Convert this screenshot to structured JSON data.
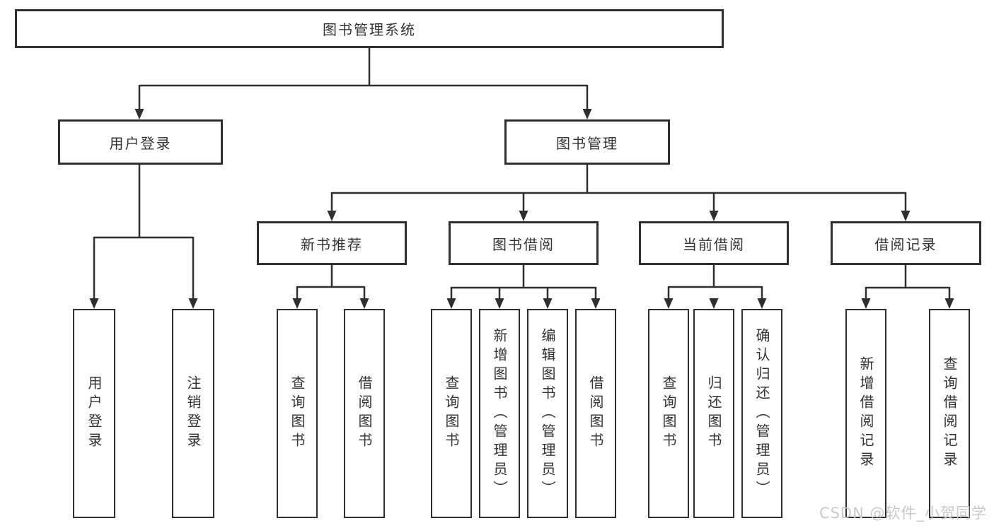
{
  "diagram": {
    "root": "图书管理系统",
    "branches": [
      {
        "label": "用户登录",
        "leaves": [
          "用户登录",
          "注销登录"
        ]
      },
      {
        "label": "图书管理",
        "sections": [
          {
            "label": "新书推荐",
            "leaves": [
              "查询图书",
              "借阅图书"
            ]
          },
          {
            "label": "图书借阅",
            "leaves": [
              "查询图书",
              "新增图书（管理员）",
              "编辑图书（管理员）",
              "借阅图书"
            ]
          },
          {
            "label": "当前借阅",
            "leaves": [
              "查询图书",
              "归还图书",
              "确认归还（管理员）"
            ]
          },
          {
            "label": "借阅记录",
            "leaves": [
              "新增借阅记录",
              "查询借阅记录"
            ]
          }
        ]
      }
    ]
  },
  "watermark": {
    "text": "CSDN @软件_小贺同学"
  },
  "colors": {
    "line": "#2f2f2f",
    "box_border": "#2f2f2f",
    "text": "#333333",
    "watermark": "#c9c9c9",
    "background": "#ffffff"
  }
}
